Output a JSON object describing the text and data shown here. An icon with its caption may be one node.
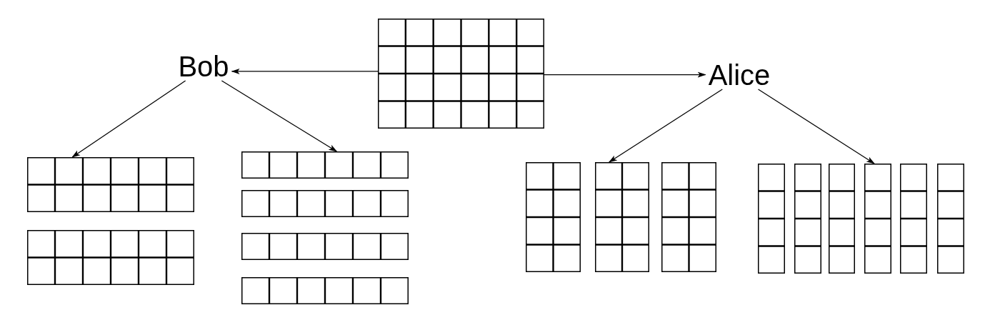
{
  "diagram": {
    "nodes": [
      {
        "text": [],
        "shape": "grid"
      },
      {
        "text": [
          "Bob"
        ]
      },
      {
        "text": [
          "Alice"
        ]
      },
      {
        "text": [],
        "shape": "grid"
      },
      {
        "text": [],
        "shape": "grid"
      },
      {
        "text": [],
        "shape": "grid"
      },
      {
        "text": [],
        "shape": "grid"
      },
      {
        "text": [],
        "shape": "grid"
      },
      {
        "text": [],
        "shape": "grid"
      },
      {
        "text": [],
        "shape": "grid"
      },
      {
        "text": [],
        "shape": "grid"
      },
      {
        "text": [],
        "shape": "grid"
      },
      {
        "text": [],
        "shape": "grid"
      },
      {
        "text": [],
        "shape": "grid"
      },
      {
        "text": [],
        "shape": "grid"
      },
      {
        "text": [],
        "shape": "grid"
      },
      {
        "text": [],
        "shape": "grid"
      },
      {
        "text": [],
        "shape": "grid"
      }
    ],
    "edges": [
      {
        "from": 0,
        "to": 1,
        "arrow": "to"
      },
      {
        "from": 0,
        "to": 2,
        "arrow": "to"
      },
      {
        "from": 1,
        "to": 3,
        "arrow": "to"
      },
      {
        "from": 1,
        "to": 5,
        "arrow": "to"
      },
      {
        "from": 2,
        "to": 10,
        "arrow": "to"
      },
      {
        "from": 2,
        "to": 15,
        "arrow": "to"
      }
    ]
  }
}
